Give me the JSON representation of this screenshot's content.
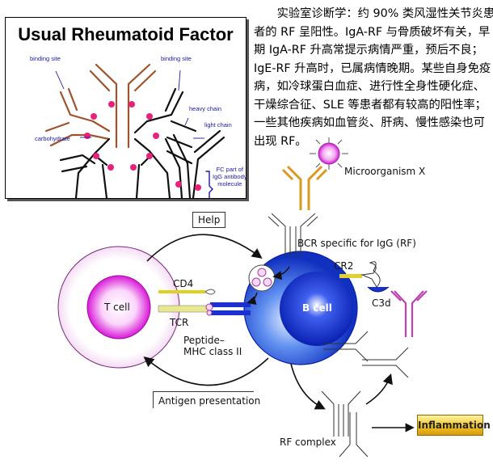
{
  "rf_figure": {
    "title": "Usual Rheumatoid Factor",
    "labels": {
      "binding_site_left": "binding site",
      "binding_site_right": "binding site",
      "heavy_chain": "heavy chain",
      "light_chain": "light chain",
      "carbohydrate": "carbohydrate",
      "fc_part": [
        "FC part of",
        "IgG antibody",
        "molecule"
      ]
    }
  },
  "paragraph": {
    "lines": [
      "　　实验室诊断学：约 90% 类风湿性关节炎患",
      "者的 RF 呈阳性。IgA-RF 与骨质破坏有关，早",
      "期 IgA-RF 升高常提示病情严重，预后不良；",
      "IgE-RF 升高时，已属病情晚期。某些自身免疫",
      "病，如冷球蛋白血症、进行性全身性硬化症、",
      "干燥综合征、SLE 等患者都有较高的阳性率；",
      "一些其他疾病如血管炎、肝病、慢性感染也可",
      "出现 RF。"
    ]
  },
  "mechanism": {
    "microorganism": "Microorganism X",
    "help": "Help",
    "bcr": "BCR specific for IgG (RF)",
    "cr2": "CR2",
    "cd4": "CD4",
    "t_cell": "T cell",
    "b_cell": "B cell",
    "tcr": "TCR",
    "c3d": "C3d",
    "peptide_mhc": [
      "Peptide–",
      "MHC class II"
    ],
    "antigen_presentation": "Antigen presentation",
    "rf_complex": "RF complex",
    "inflammation": "Inflammation"
  },
  "colors": {
    "antibody_brown": "#a0522d",
    "antibody_black": "#111111",
    "carbohydrate_dot": "#e8227a",
    "label_blue": "#1a1aa0",
    "t_cell_magenta": "#e020e0",
    "b_cell_blue": "#1030d0",
    "antibody_gold": "#e8b040",
    "antibody_pink": "#d050c0"
  }
}
